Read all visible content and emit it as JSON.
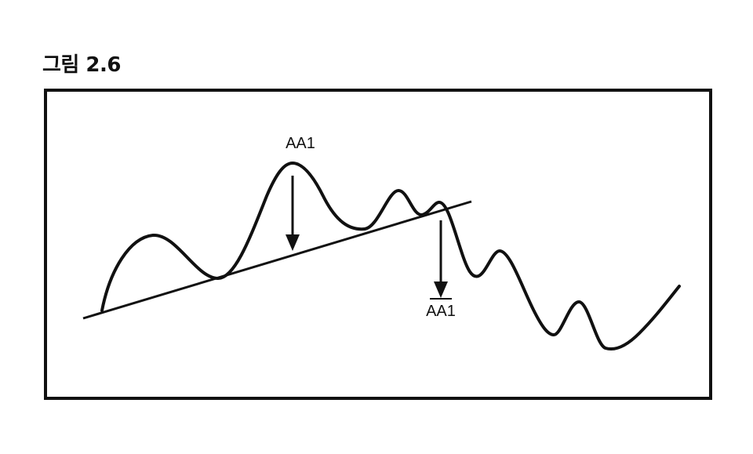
{
  "figure": {
    "title": "그림 2.6"
  },
  "labels": {
    "upper_marker": "AA1",
    "lower_marker": "AA1"
  },
  "colors": {
    "ink": "#111111",
    "background": "#ffffff"
  }
}
